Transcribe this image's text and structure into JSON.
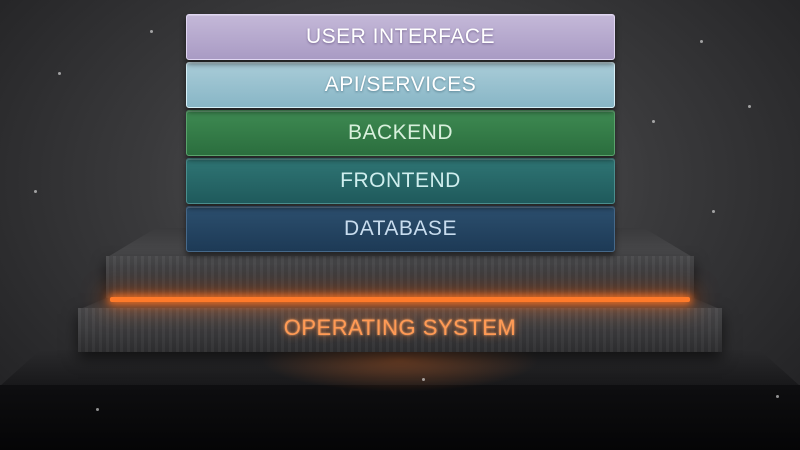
{
  "layers": {
    "user_interface": "USER INTERFACE",
    "api_services": "API/SERVICES",
    "backend": "BACKEND",
    "frontend": "FRONTEND",
    "database": "DATABASE"
  },
  "foundation": {
    "operating_system": "OPERATING SYSTEM"
  },
  "colors": {
    "user_interface": "#b3a6cc",
    "api_services": "#96bfce",
    "backend": "#347b47",
    "frontend": "#276767",
    "database": "#244563",
    "os_glow": "#ff7a2a"
  }
}
